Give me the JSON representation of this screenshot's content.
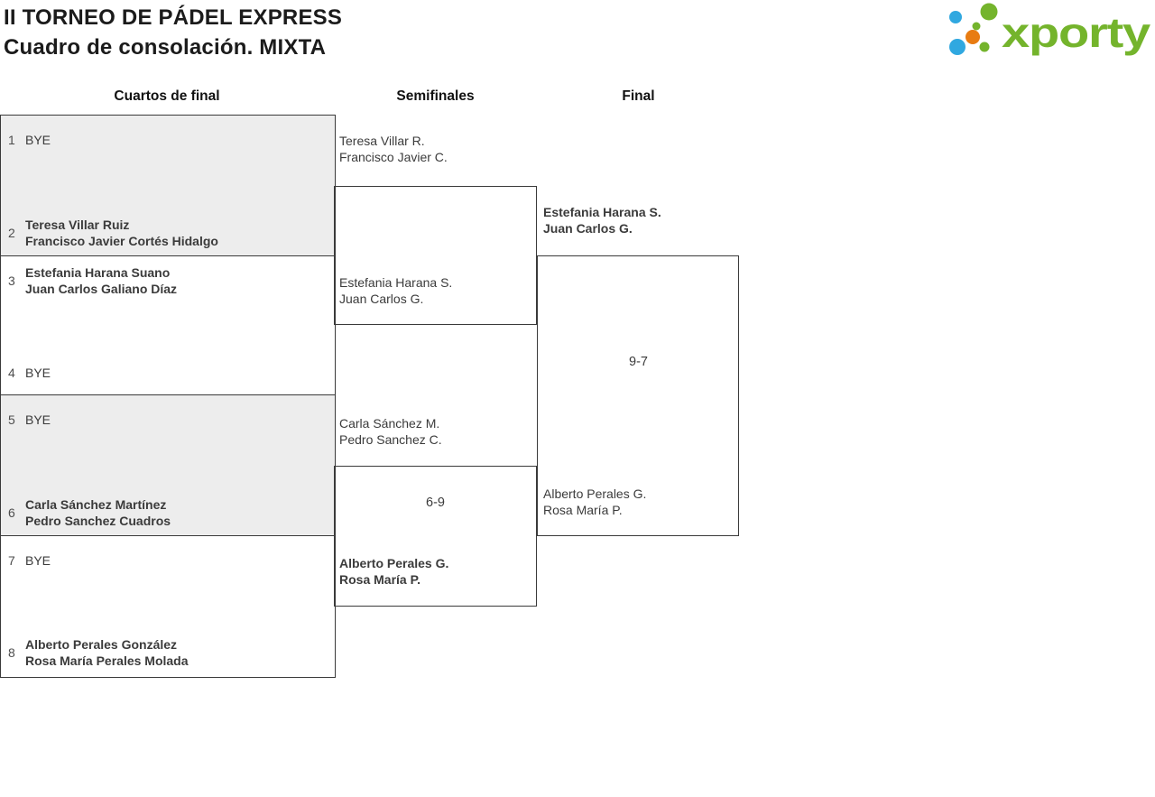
{
  "header": {
    "title_line1": "II TORNEO DE PÁDEL EXPRESS",
    "title_line2": "Cuadro de consolación. MIXTA"
  },
  "logo": {
    "text": "xporty",
    "green": "#74b42c",
    "blue": "#30a8e0",
    "orange": "#e87c12"
  },
  "columns": {
    "quarterfinals": "Cuartos de final",
    "semifinals": "Semifinales",
    "final": "Final"
  },
  "bracket": {
    "quarterfinals": [
      {
        "seed_top": "1",
        "team_top": [
          "BYE"
        ],
        "seed_bottom": "2",
        "team_bottom": [
          "Teresa Villar Ruiz",
          "Francisco Javier Cortés Hidalgo"
        ],
        "winner": "bottom",
        "score": ""
      },
      {
        "seed_top": "3",
        "team_top": [
          "Estefania Harana Suano",
          "Juan Carlos Galiano Díaz"
        ],
        "seed_bottom": "4",
        "team_bottom": [
          "BYE"
        ],
        "winner": "top",
        "score": ""
      },
      {
        "seed_top": "5",
        "team_top": [
          "BYE"
        ],
        "seed_bottom": "6",
        "team_bottom": [
          "Carla Sánchez Martínez",
          "Pedro Sanchez Cuadros"
        ],
        "winner": "bottom",
        "score": ""
      },
      {
        "seed_top": "7",
        "team_top": [
          "BYE"
        ],
        "seed_bottom": "8",
        "team_bottom": [
          "Alberto Perales González",
          "Rosa María Perales Molada"
        ],
        "winner": "bottom",
        "score": ""
      }
    ],
    "semifinals": [
      {
        "team_top": [
          "Teresa Villar R.",
          "Francisco Javier C."
        ],
        "team_bottom": [
          "Estefania Harana S.",
          "Juan Carlos G."
        ],
        "score": "",
        "winner": ""
      },
      {
        "team_top": [
          "Carla Sánchez M.",
          "Pedro Sanchez C."
        ],
        "team_bottom": [
          "Alberto Perales G.",
          "Rosa María P."
        ],
        "score": "6-9",
        "winner": "bottom"
      }
    ],
    "final": {
      "team_top": [
        "Estefania Harana S.",
        "Juan Carlos G."
      ],
      "team_bottom": [
        "Alberto Perales G.",
        "Rosa María P."
      ],
      "score": "9-7",
      "winner": "top"
    }
  },
  "colors": {
    "border": "#3a3a3a",
    "shaded_box": "#ededed",
    "text": "#3b3b3b",
    "seed": "#4d4d4d",
    "title": "#1b1b1b"
  }
}
